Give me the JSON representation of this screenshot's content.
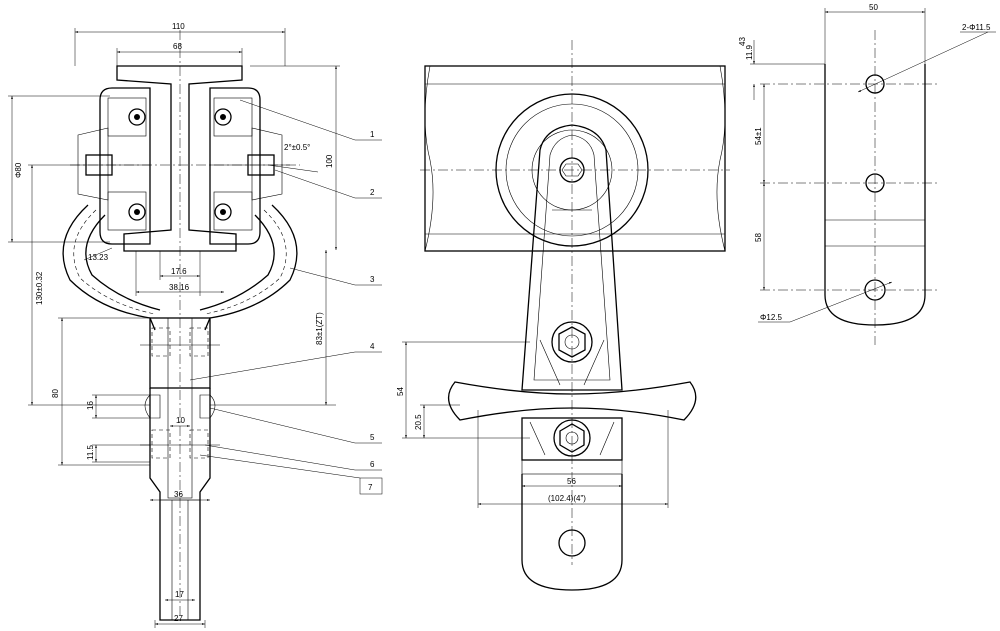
{
  "left_view": {
    "dims": {
      "w110": "110",
      "w68": "68",
      "d80": "Φ80",
      "h100": "100",
      "angle": "2°±0.5°",
      "d13": "13.23",
      "d17_6": "17.6",
      "d38": "38.16",
      "h130": "130±0.32",
      "h83": "83±1(ZT)",
      "h80": "80",
      "h16": "16",
      "w10": "10",
      "h11_5": "11.5",
      "w36": "36",
      "w17": "17",
      "w27": "27"
    },
    "callouts": [
      "1",
      "2",
      "3",
      "4",
      "5",
      "6",
      "7"
    ]
  },
  "middle_view": {
    "dims": {
      "h54": "54",
      "h20_5": "20.5",
      "w56": "56",
      "w102": "(102.4)(4\")"
    }
  },
  "right_view": {
    "dims": {
      "w50": "50",
      "h11_9": "11.9",
      "h43": "43",
      "holes": "2-Φ11.5",
      "h54": "54±1",
      "h58": "58",
      "d12_5": "Φ12.5"
    }
  }
}
